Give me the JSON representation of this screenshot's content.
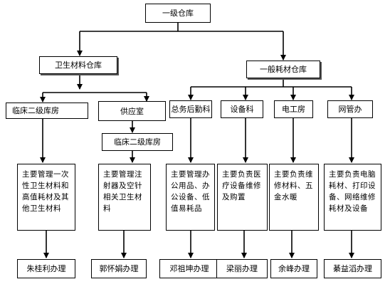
{
  "root": "一级仓库",
  "warehouses": {
    "medical": "卫生材料仓库",
    "general": "一般耗材仓库"
  },
  "departments": {
    "clinical": "临床二级库房",
    "supply": "供应室",
    "supply_sub": "临床二级库房",
    "logistics": "总务后勤科",
    "equipment": "设备科",
    "electrical": "电工房",
    "network": "网管办"
  },
  "duties": {
    "clinical": "主要管理一次性卫生材料和高值耗材及其他卫生材料",
    "supply": "主要管理注射器及空针相关卫生材料",
    "logistics": "主要管理办公用品、办公设备、低值易耗品",
    "equipment": "主要负责医疗设备维修及购置",
    "electrical": "主要负责维修材料、五金水暖",
    "network": "主要负责电脑耗材、打印设备、网络维修耗材及设备"
  },
  "handlers": {
    "clinical": "朱桂利办理",
    "supply": "郭怀娟办理",
    "logistics": "邓祖坤办理",
    "equipment": "梁丽办理",
    "electrical": "余峰办理",
    "network": "綦益滔办理"
  }
}
